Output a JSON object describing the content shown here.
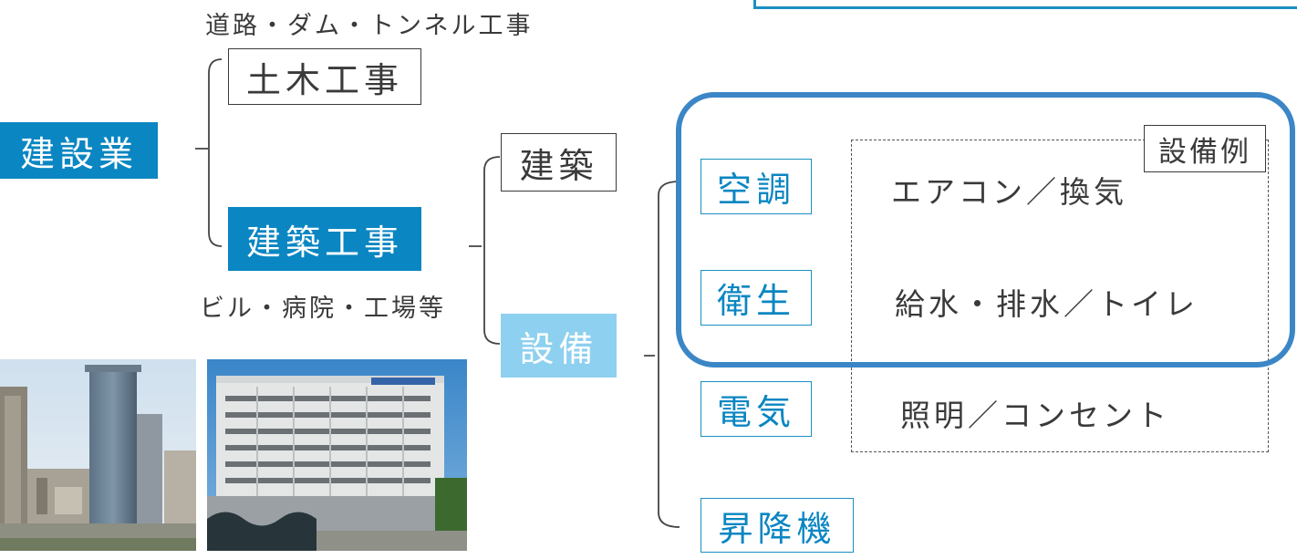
{
  "top_text": "道路・ダム・トンネル工事",
  "bottom_text": "ビル・病院・工場等",
  "root": "建設業",
  "civil": "土木工事",
  "building": "建築工事",
  "kenchiku": "建築",
  "setsubi": "設備",
  "items": {
    "kucho": "空調",
    "eisei": "衛生",
    "denki": "電気",
    "shokoki": "昇降機"
  },
  "examples": {
    "kucho": "エアコン／換気",
    "eisei": "給水・排水／トイレ",
    "denki": "照明／コンセント"
  },
  "example_label": "設備例",
  "colors": {
    "accent": "#0a86c2",
    "light_accent": "#8ed0ef",
    "frame": "#3b86c6"
  }
}
